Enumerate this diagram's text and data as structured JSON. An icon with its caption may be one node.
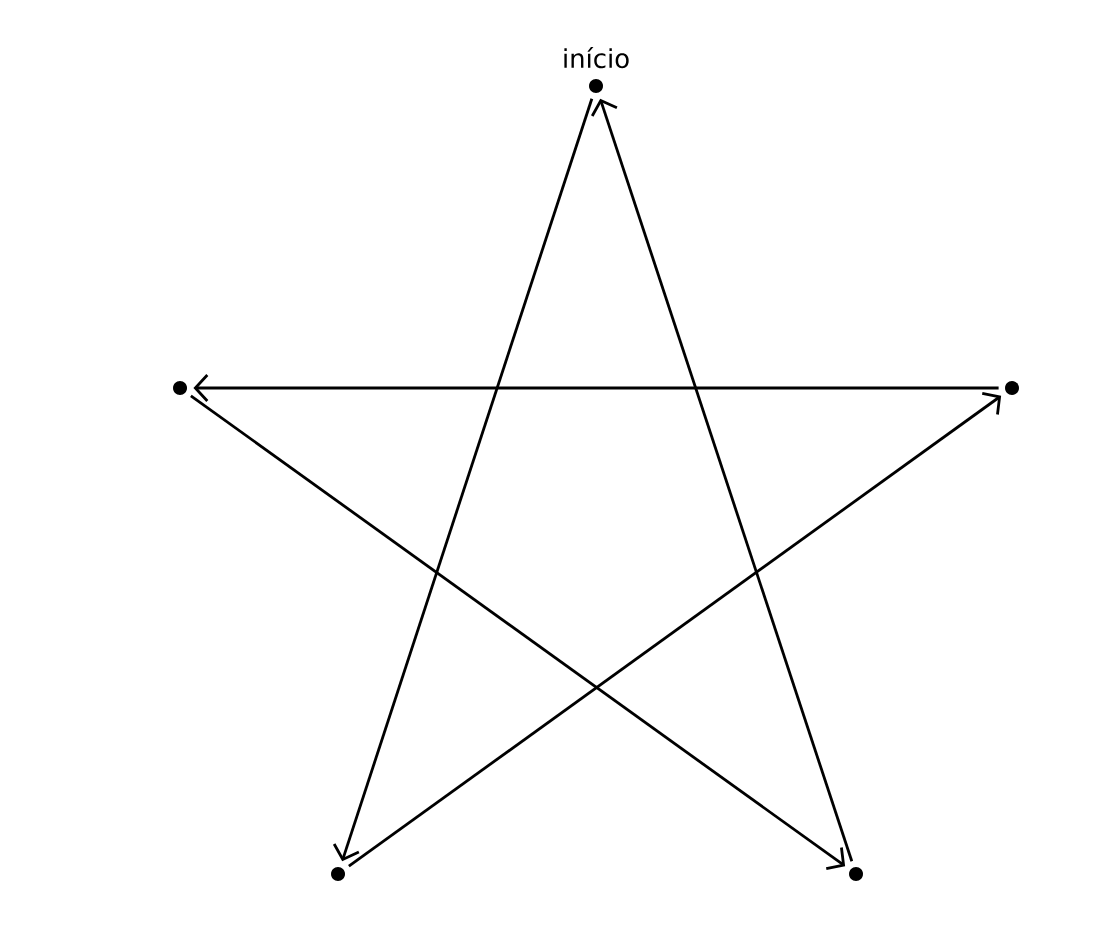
{
  "diagram": {
    "nodes": [
      {
        "text": [],
        "shape": "circle",
        "beside": [
          "início"
        ]
      },
      {
        "text": [],
        "shape": "circle"
      },
      {
        "text": [],
        "shape": "circle"
      },
      {
        "text": [],
        "shape": "circle"
      },
      {
        "text": [],
        "shape": "circle"
      }
    ],
    "edges": [
      {
        "from": 0,
        "to": 3,
        "arrow": "to"
      },
      {
        "from": 3,
        "to": 2,
        "arrow": "to"
      },
      {
        "from": 2,
        "to": 1,
        "arrow": "to"
      },
      {
        "from": 1,
        "to": 4,
        "arrow": "to"
      },
      {
        "from": 4,
        "to": 0,
        "arrow": "to"
      }
    ]
  }
}
